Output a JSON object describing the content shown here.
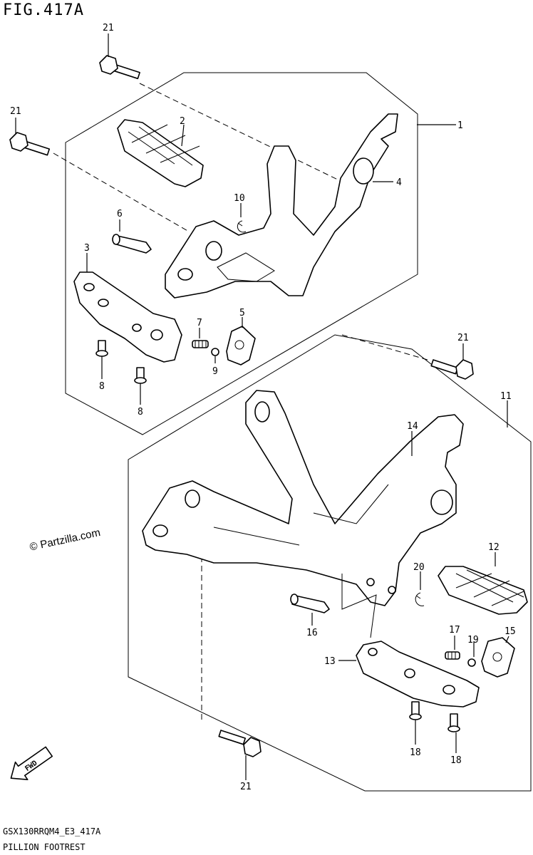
{
  "figure": {
    "title": "FIG.417A",
    "code": "GSX130RRQM4_E3_417A",
    "name": "PILLION FOOTREST",
    "watermark": "© Partzilla.com",
    "fwd_label": "FWD"
  },
  "callouts": {
    "c1": "1",
    "c2": "2",
    "c3": "3",
    "c4": "4",
    "c5": "5",
    "c6": "6",
    "c7": "7",
    "c8a": "8",
    "c8b": "8",
    "c9": "9",
    "c10": "10",
    "c11": "11",
    "c12": "12",
    "c13": "13",
    "c14": "14",
    "c15": "15",
    "c16": "16",
    "c17": "17",
    "c18a": "18",
    "c18b": "18",
    "c19": "19",
    "c20": "20",
    "c21a": "21",
    "c21b": "21",
    "c21c": "21",
    "c21d": "21"
  }
}
